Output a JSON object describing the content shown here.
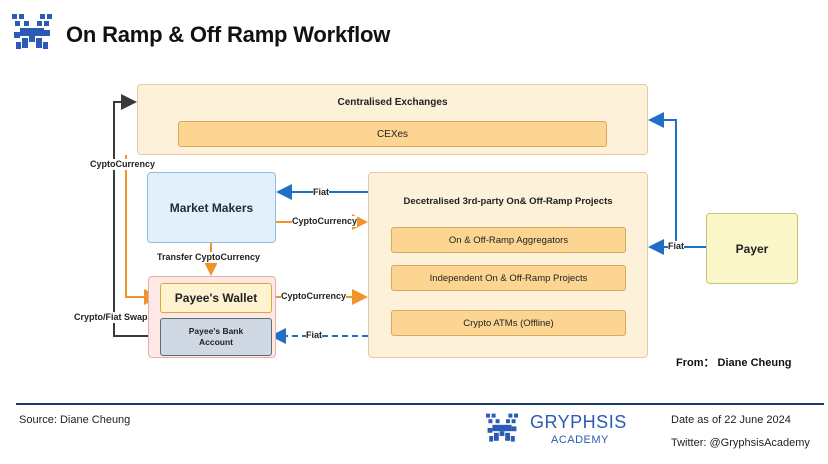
{
  "header": {
    "title": "On Ramp & Off Ramp Workflow"
  },
  "nodes": {
    "cex_group": "Centralised Exchanges",
    "cex_item": "CEXes",
    "market_makers": "Market Makers",
    "projects_group": "Decetralised 3rd-party On& Off-Ramp Projects",
    "projects": [
      "On & Off-Ramp Aggregators",
      "Independent On & Off-Ramp Projects",
      "Crypto ATMs (Offline)"
    ],
    "payee_wallet": "Payee's Wallet",
    "payee_bank_line1": "Payee's Bank",
    "payee_bank_line2": "Account",
    "payer": "Payer"
  },
  "edges": {
    "crypto_left": "CyptoCurrency",
    "fiat_mm": "Fiat",
    "crypto_mm": "CyptoCurrency",
    "transfer": "Transfer CyptoCurrency",
    "crypto_wallet": "CyptoCurrency",
    "swap": "Crypto/Fiat Swap",
    "fiat_bank": "Fiat",
    "fiat_payer": "Fiat"
  },
  "attribution": "From： Diane Cheung",
  "footer": {
    "source": "Source: Diane Cheung",
    "brand": "GRYPHSIS",
    "brand_sub": "ACADEMY",
    "date": "Date as of 22 June 2024",
    "twitter": "Twitter: @GryphsisAcademy"
  },
  "colors": {
    "crypto_arrow": "#f0932b",
    "fiat_arrow": "#1f6fc5",
    "dark_arrow": "#3a3a3a",
    "brand": "#2b5bb5"
  }
}
